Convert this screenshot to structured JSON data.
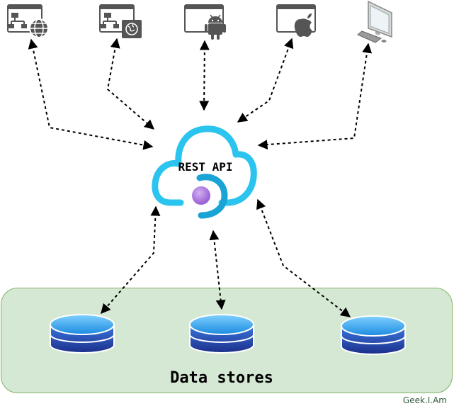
{
  "api": {
    "label": "REST API"
  },
  "data_stores": {
    "label": "Data stores",
    "count": 3
  },
  "clients": [
    {
      "icon": "web-app-globe-icon"
    },
    {
      "icon": "web-app-globe-small-icon"
    },
    {
      "icon": "android-app-icon"
    },
    {
      "icon": "apple-app-icon"
    },
    {
      "icon": "desktop-computer-icon"
    }
  ],
  "watermark": "Geek.I.Am",
  "colors": {
    "cloud_stroke": "#2bc4ef",
    "cloud_inner": "#1aa4d6",
    "orb": "#b07fe0",
    "panel_fill": "#d5e8d4",
    "panel_border": "#82b366",
    "db_top": "#3ea9ef",
    "db_body_dark": "#1e3c9c"
  }
}
